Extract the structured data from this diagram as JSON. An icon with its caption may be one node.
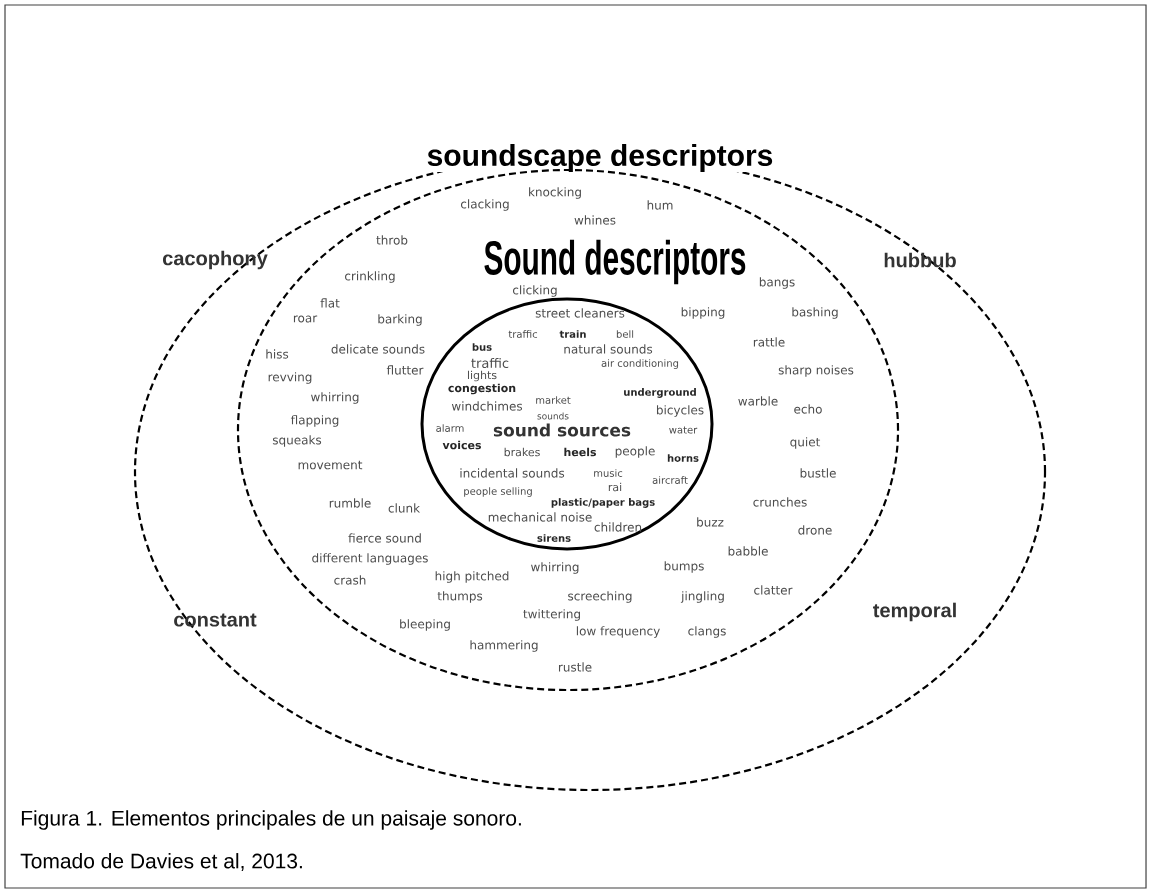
{
  "diagram": {
    "caption": "Figura 1. Elementos principales de un paisaje sonoro.",
    "nodes": [
      {
        "text": [
          "soundscape descriptors",
          "cacophony",
          "hubbub",
          "constant",
          "temporal"
        ]
      },
      {
        "text": [
          "knocking",
          "clacking",
          "hum",
          "whines",
          "throb",
          "Sound descriptors",
          "crinkling",
          "clicking",
          "bangs",
          "flat",
          "roar",
          "barking",
          "bipping",
          "bashing",
          "hiss",
          "delicate sounds",
          "rattle",
          "revving",
          "flutter",
          "sharp noises",
          "whirring",
          "warble",
          "echo",
          "flapping",
          "squeaks",
          "quiet",
          "movement",
          "bustle",
          "rumble",
          "clunk",
          "crunches",
          "buzz",
          "drone",
          "fierce sound",
          "babble",
          "different languages",
          "high pitched",
          "whirring",
          "bumps",
          "crash",
          "thumps",
          "screeching",
          "jingling",
          "clatter",
          "twittering",
          "bleeping",
          "low frequency",
          "clangs",
          "hammering",
          "rustle"
        ],
        "in": 0
      },
      {
        "text": [
          "street cleaners",
          "traffic",
          "train",
          "bell",
          "bus",
          "natural sounds",
          "traffic",
          "air conditioning",
          "lights",
          "congestion",
          "underground",
          "market",
          "windchimes",
          "bicycles",
          "sounds",
          "alarm",
          "sound sources",
          "water",
          "voices",
          "brakes",
          "heels",
          "people",
          "horns",
          "incidental sounds",
          "music",
          "aircraft",
          "rai",
          "people selling",
          "plastic/paper bags",
          "mechanical noise",
          "children",
          "sirens"
        ],
        "in": 1
      }
    ],
    "labels": [
      "Tomado de Davies et al, 2013."
    ]
  }
}
